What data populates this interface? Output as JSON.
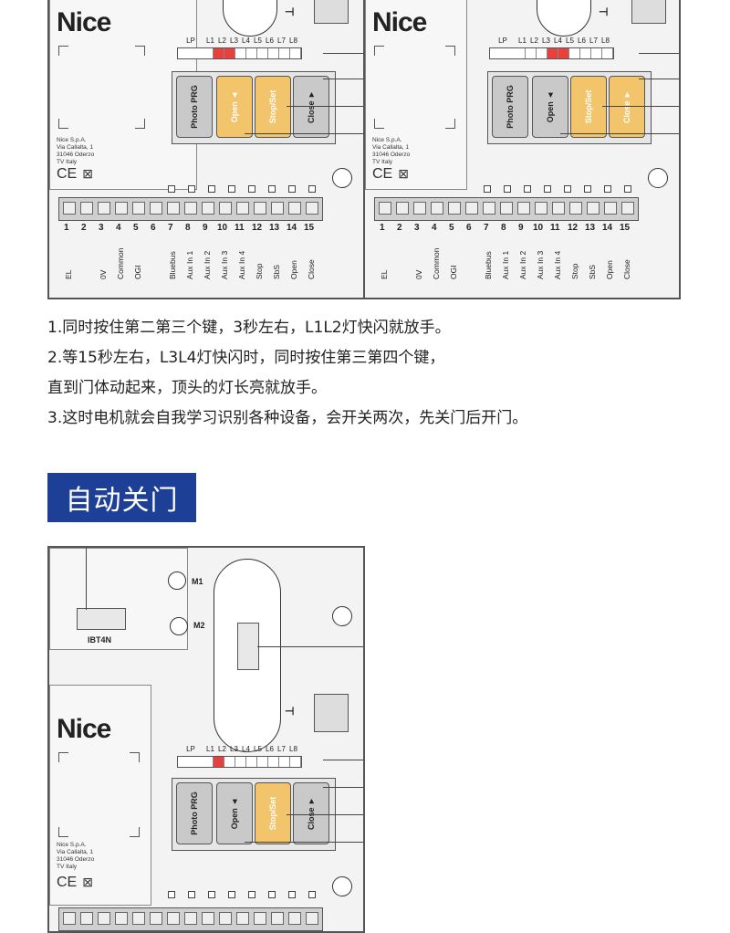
{
  "boards": {
    "brand": "Nice",
    "company_address": [
      "Nice S.p.A.",
      "Via Callalta, 1",
      "31046 Oderzo",
      "TV Italy"
    ],
    "ce_mark": "CE",
    "led_labels": [
      "LP",
      "L1",
      "L2",
      "L3",
      "L4",
      "L5",
      "L6",
      "L7",
      "L8"
    ],
    "buttons": [
      "Photo PRG",
      "Open ◄",
      "Stop/Set",
      "Close ►"
    ],
    "terminal_numbers": [
      "1",
      "2",
      "3",
      "4",
      "5",
      "6",
      "7",
      "8",
      "9",
      "10",
      "11",
      "12",
      "13",
      "14",
      "15"
    ],
    "terminal_labels": [
      "EL",
      "0V",
      "Common",
      "OGI",
      "Bluebus",
      "Aux In 1",
      "Aux In 2",
      "Aux In 3",
      "Aux In 4",
      "Stop",
      "SbS",
      "Open",
      "Close"
    ],
    "left_board_leds_on": [
      1,
      2
    ],
    "right_board_leds_on": [
      3,
      4
    ],
    "bottom_board_leds_on": [
      1
    ],
    "motor_labels": [
      "M1",
      "M2"
    ],
    "connector_label": "IBT4N"
  },
  "instructions": {
    "line1": "1.同时按住第二第三个键，3秒左右，L1L2灯快闪就放手。",
    "line2": "2.等15秒左右，L3L4灯快闪时，同时按住第三第四个键，",
    "line3": "直到门体动起来，顶头的灯长亮就放手。",
    "line4": "3.这时电机就会自我学习识别各种设备，会开关两次，先关门后开门。"
  },
  "section": {
    "title": "自动关门"
  },
  "colors": {
    "accent_blue": "#1e3f96",
    "button_yellow": "#f2c46b",
    "led_red": "#e8413d"
  }
}
